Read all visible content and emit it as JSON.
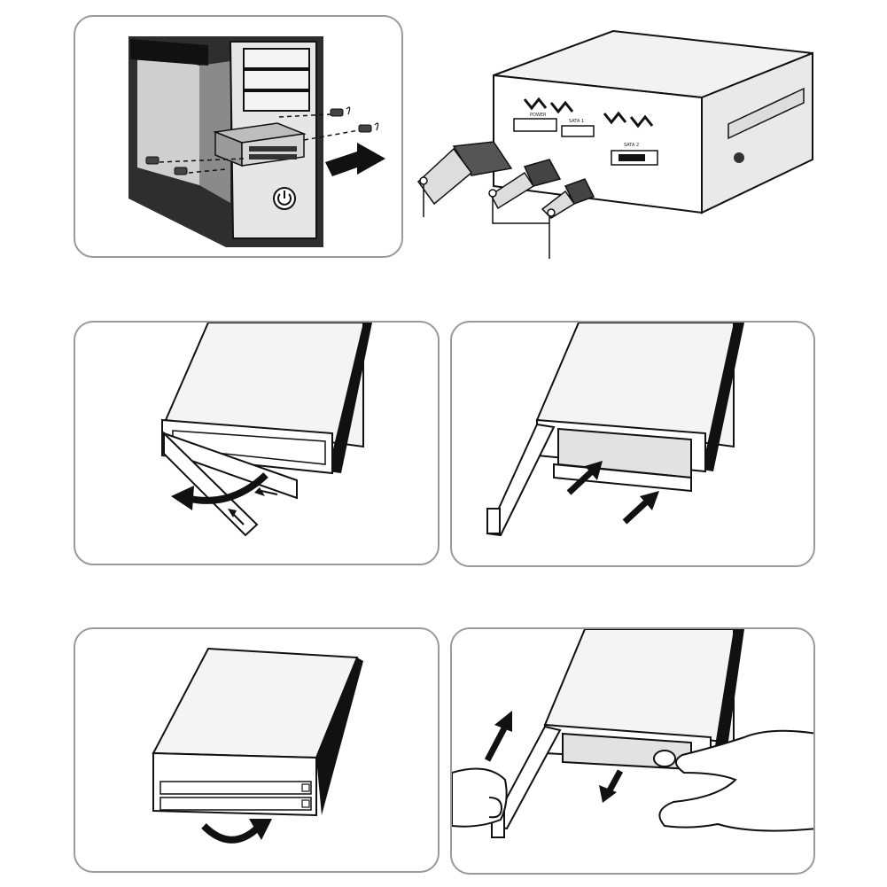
{
  "connector_labels": {
    "power": "POWER",
    "sata1": "SATA 1",
    "sata2": "SATA 2"
  },
  "colors": {
    "ink": "#111111",
    "frame": "#9a9a9a",
    "case_gray": "#c9c9c9",
    "case_dark": "#3a3a3a",
    "drive_gray": "#d8d8d8"
  },
  "icons": [
    "power-icon",
    "screw-icon",
    "arrow-icon",
    "hand-icon"
  ]
}
